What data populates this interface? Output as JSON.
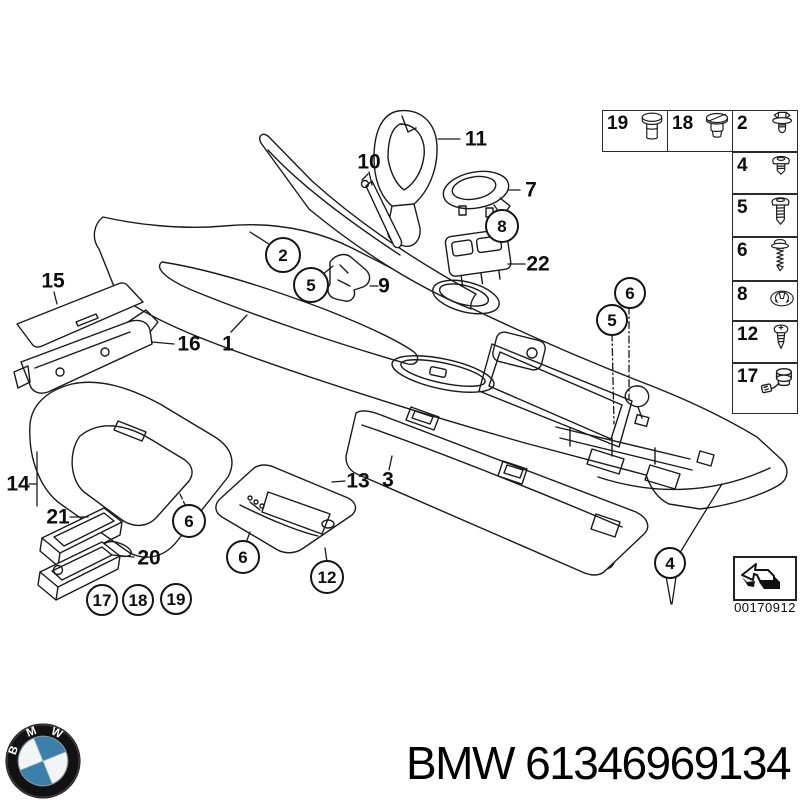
{
  "branding": {
    "title": "BMW 61346969134",
    "logo_text": "BMW"
  },
  "diagram": {
    "image_number": "00170912",
    "callouts": [
      {
        "label": "15",
        "type": "plain"
      },
      {
        "label": "16",
        "type": "plain"
      },
      {
        "label": "1",
        "type": "plain"
      },
      {
        "label": "14",
        "type": "plain"
      },
      {
        "label": "21",
        "type": "plain"
      },
      {
        "label": "20",
        "type": "plain"
      },
      {
        "label": "13",
        "type": "plain"
      },
      {
        "label": "3",
        "type": "plain"
      },
      {
        "label": "9",
        "type": "plain"
      },
      {
        "label": "10",
        "type": "plain"
      },
      {
        "label": "11",
        "type": "plain"
      },
      {
        "label": "7",
        "type": "plain"
      },
      {
        "label": "22",
        "type": "plain"
      },
      {
        "label": "2",
        "type": "circle"
      },
      {
        "label": "5",
        "type": "circle"
      },
      {
        "label": "8",
        "type": "circle"
      },
      {
        "label": "5",
        "type": "circle"
      },
      {
        "label": "6",
        "type": "circle"
      },
      {
        "label": "6",
        "type": "circle"
      },
      {
        "label": "6",
        "type": "circle"
      },
      {
        "label": "12",
        "type": "circle"
      },
      {
        "label": "17",
        "type": "circle"
      },
      {
        "label": "18",
        "type": "circle"
      },
      {
        "label": "19",
        "type": "circle"
      },
      {
        "label": "4",
        "type": "circle"
      }
    ]
  },
  "parts_panel": {
    "cells": [
      {
        "label": "19",
        "icon": "push-plug-icon"
      },
      {
        "label": "18",
        "icon": "cap-plug-icon"
      },
      {
        "label": "2",
        "icon": "hex-bolt-icon"
      },
      {
        "label": "4",
        "icon": "pan-screw-short-icon"
      },
      {
        "label": "5",
        "icon": "pan-screw-icon"
      },
      {
        "label": "6",
        "icon": "washer-screw-icon"
      },
      {
        "label": "8",
        "icon": "spring-clip-icon"
      },
      {
        "label": "12",
        "icon": "tapping-screw-icon"
      },
      {
        "label": "17",
        "icon": "cable-clip-icon"
      }
    ]
  },
  "colors": {
    "line": "#1a1a1a",
    "bmw_blue": "#3b80aa"
  }
}
